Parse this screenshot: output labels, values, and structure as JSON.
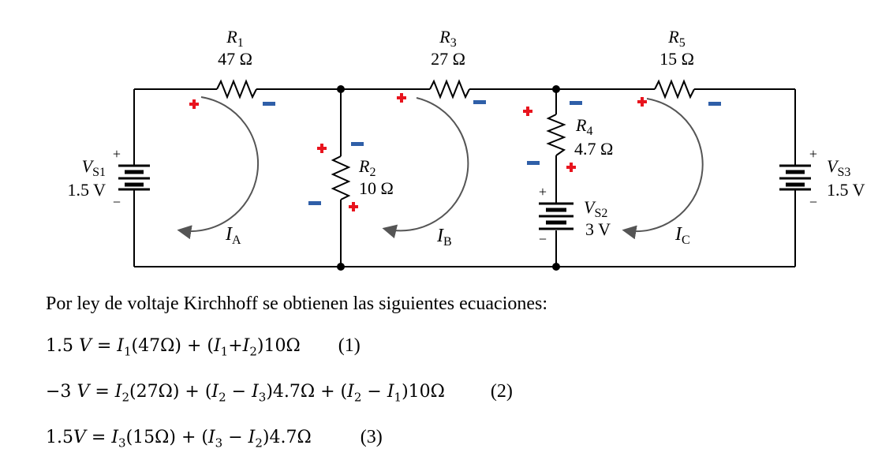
{
  "circuit": {
    "r1": {
      "name": "R",
      "sub": "1",
      "value": "47 Ω"
    },
    "r2": {
      "name": "R",
      "sub": "2",
      "value": "10 Ω"
    },
    "r3": {
      "name": "R",
      "sub": "3",
      "value": "27 Ω"
    },
    "r4": {
      "name": "R",
      "sub": "4",
      "value": "4.7 Ω"
    },
    "r5": {
      "name": "R",
      "sub": "5",
      "value": "15 Ω"
    },
    "vs1": {
      "name": "V",
      "sub": "S1",
      "value": "1.5 V"
    },
    "vs2": {
      "name": "V",
      "sub": "S2",
      "value": "3 V"
    },
    "vs3": {
      "name": "V",
      "sub": "S3",
      "value": "1.5 V"
    },
    "loops": [
      {
        "name": "I",
        "sub": "A"
      },
      {
        "name": "I",
        "sub": "B"
      },
      {
        "name": "I",
        "sub": "C"
      }
    ],
    "plus": "+",
    "minus": "−",
    "polarity_colors": {
      "plus": "#e8141e",
      "minus": "#2f5fa8"
    }
  },
  "text": {
    "intro": "Por ley de voltaje Kirchhoff se obtienen las siguientes ecuaciones:",
    "eq1_tag": "(1)",
    "eq2_tag": "(2)",
    "eq3_tag": "(3)"
  }
}
